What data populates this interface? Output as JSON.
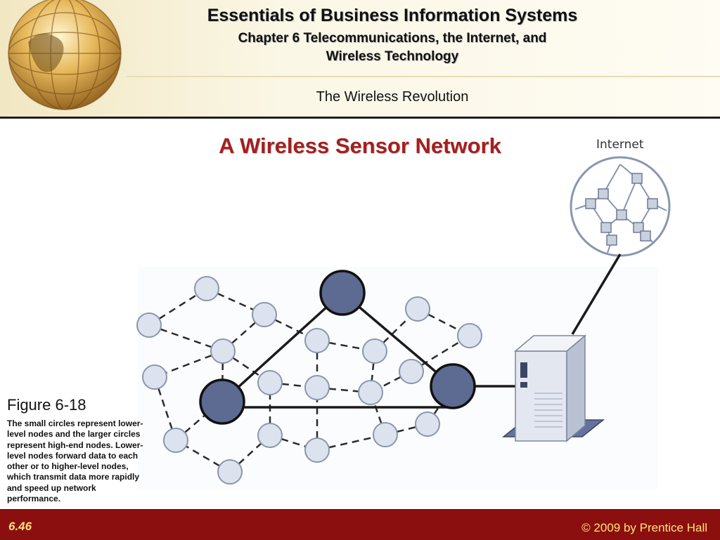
{
  "header": {
    "title": "Essentials of Business Information Systems",
    "subtitle_line1": "Chapter 6 Telecommunications, the Internet, and",
    "subtitle_line2": "Wireless Technology",
    "section": "The Wireless Revolution"
  },
  "slide": {
    "title": "A Wireless Sensor Network"
  },
  "diagram": {
    "internet_label": "Internet",
    "colors": {
      "small_node_fill": "#dde3ee",
      "small_node_stroke": "#8a96ad",
      "large_node_fill": "#5d6a92",
      "large_node_stroke": "#111111",
      "server_fill": "#d9dee9",
      "server_accent": "#5d6a92"
    }
  },
  "figure": {
    "label": "Figure 6-18",
    "caption": "The small circles represent lower-level nodes and the larger circles represent high-end nodes. Lower-level nodes forward data to each other or to higher-level nodes, which transmit data more rapidly and speed up network performance."
  },
  "footer": {
    "slide_number": "6.46",
    "copyright": "© 2009 by Prentice Hall"
  }
}
